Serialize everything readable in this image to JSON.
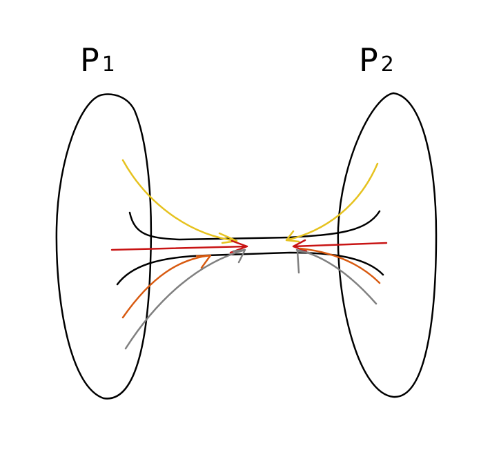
{
  "labels": {
    "left_main": "P",
    "left_sub": "1",
    "right_main": "P",
    "right_sub": "2"
  },
  "colors": {
    "outline": "#000000",
    "yellow": "#e6c21f",
    "red": "#c81414",
    "orange": "#d85a10",
    "gray": "#808080"
  }
}
